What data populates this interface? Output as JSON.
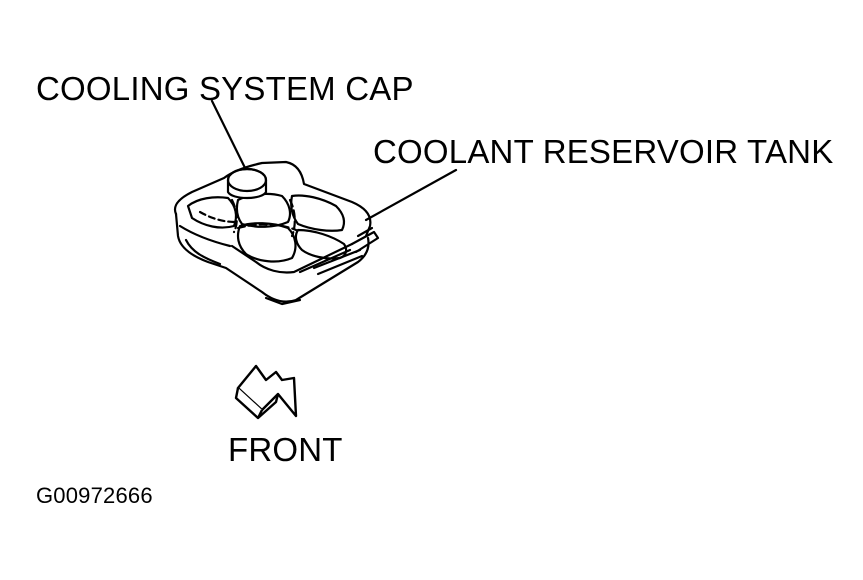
{
  "diagram": {
    "labels": {
      "cooling_system_cap": "COOLING SYSTEM CAP",
      "coolant_reservoir_tank": "COOLANT RESERVOIR TANK",
      "front": "FRONT",
      "figure_code": "G00972666"
    },
    "colors": {
      "ink": "#000000",
      "background": "#ffffff"
    },
    "icons": [
      "front-direction-arrow-icon"
    ]
  }
}
